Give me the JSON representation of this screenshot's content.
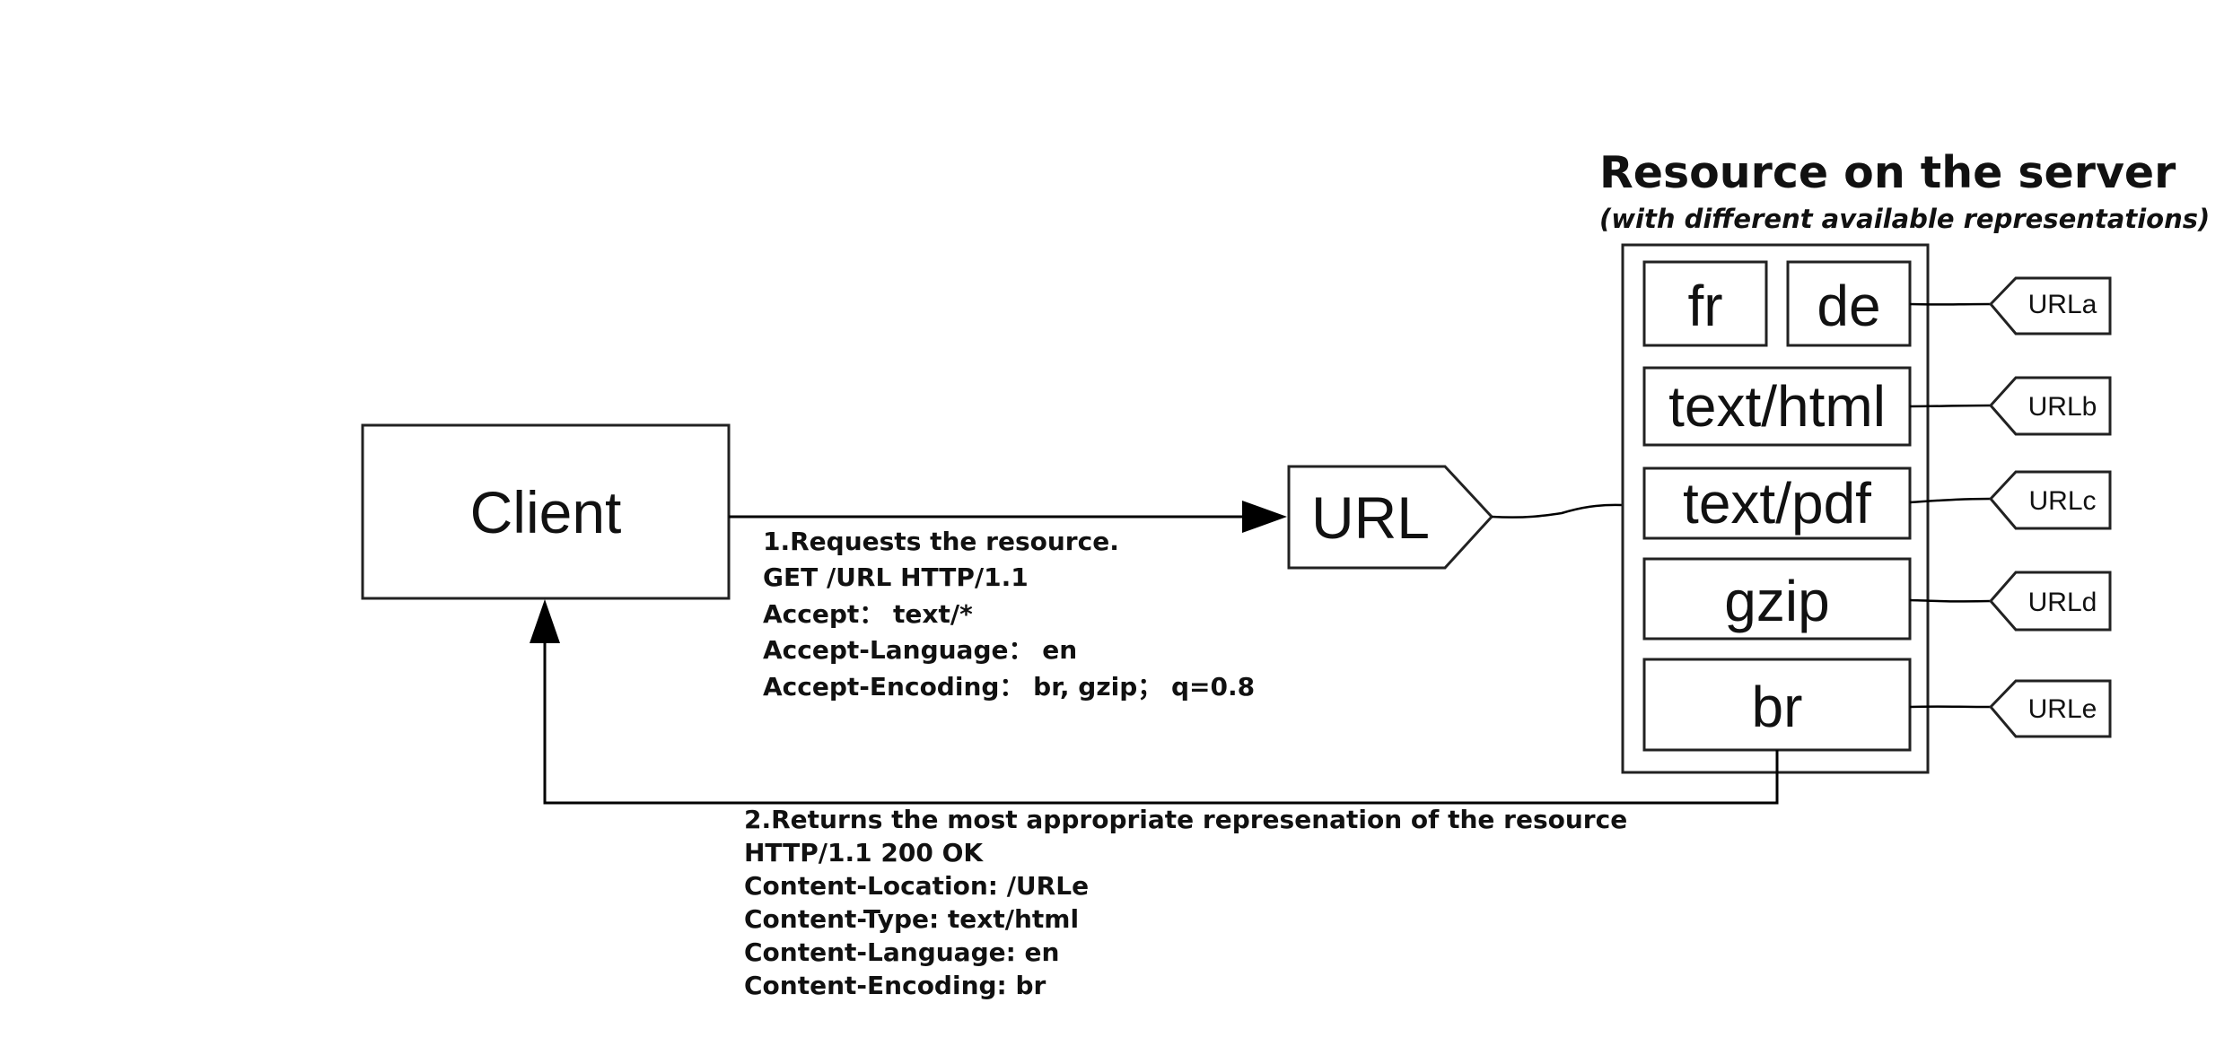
{
  "title": "Resource on the server",
  "subtitle": "(with different available representations)",
  "client_label": "Client",
  "url_label": "URL",
  "representations": {
    "fr": "fr",
    "de": "de",
    "html": "text/html",
    "pdf": "text/pdf",
    "gzip": "gzip",
    "br": "br"
  },
  "url_tags": {
    "a": "URLa",
    "b": "URLb",
    "c": "URLc",
    "d": "URLd",
    "e": "URLe"
  },
  "request": {
    "heading": "1.Requests the resource.",
    "lines": [
      "GET /URL HTTP/1.1",
      "Accept： text/*",
      "Accept-Language： en",
      "Accept-Encoding： br,  gzip； q=0.8"
    ]
  },
  "response": {
    "heading": "2.Returns the most appropriate represenation of the resource",
    "lines": [
      "HTTP/1.1  200  OK",
      "Content-Location:  /URLe",
      "Content-Type:  text/html",
      "Content-Language:   en",
      "Content-Encoding:    br"
    ]
  }
}
